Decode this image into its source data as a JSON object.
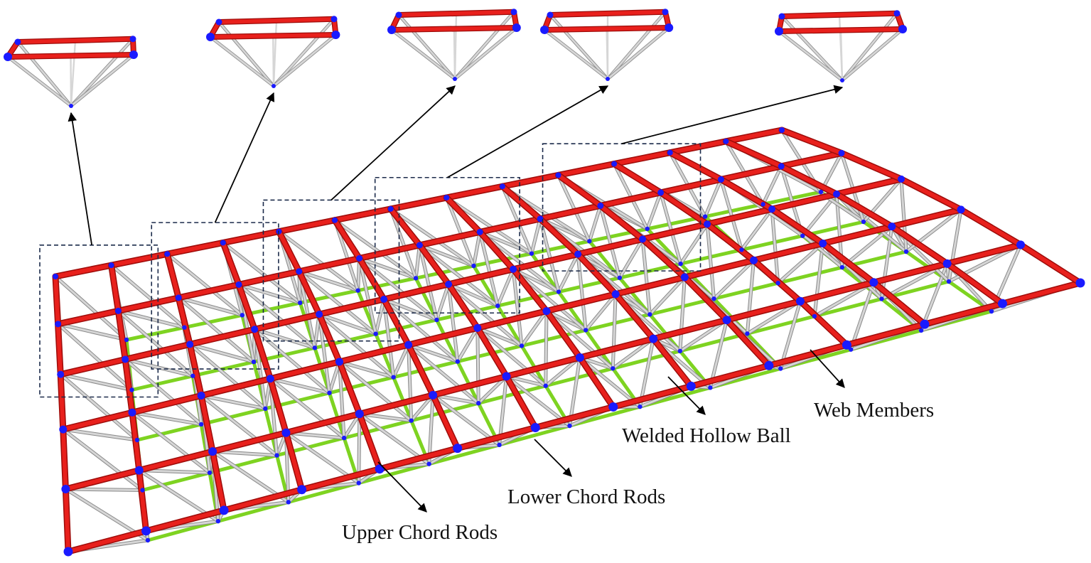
{
  "labels": {
    "web_members": "Web Members",
    "welded_hollow_ball": "Welded Hollow Ball",
    "lower_chord_rods": "Lower Chord Rods",
    "upper_chord_rods": "Upper Chord Rods"
  },
  "colors": {
    "upper_chord": "#e8201c",
    "upper_chord_edge": "#9e0c0a",
    "lower_chord": "#7ed321",
    "web_member": "#d6d6d6",
    "web_member_edge": "#8a8a8a",
    "node_ball": "#1a1aff",
    "leader_line": "#000000",
    "dashed_box": "#1b2a4a"
  },
  "structure": {
    "modules_detailed": 5
  }
}
